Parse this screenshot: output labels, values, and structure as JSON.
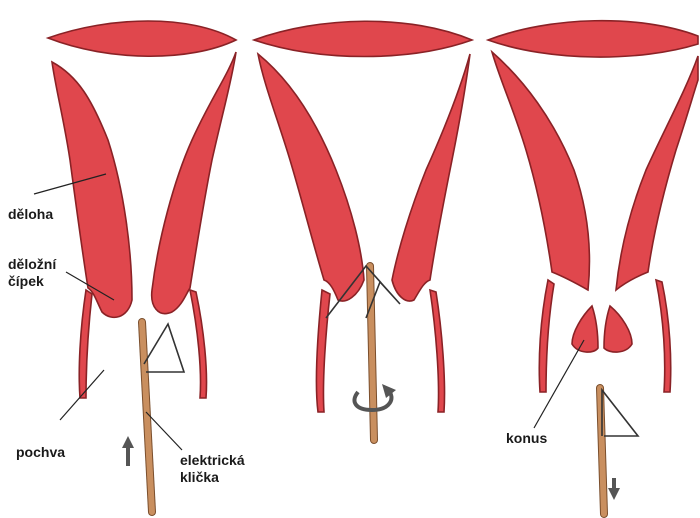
{
  "labels": {
    "deloha": "děloha",
    "cipek_line1": "děložní",
    "cipek_line2": "čípek",
    "pochva": "pochva",
    "klicka_line1": "elektrická",
    "klicka_line2": "klička",
    "konus": "konus"
  },
  "colors": {
    "tissue": "#e0474d",
    "tissue_edge": "#8a2226",
    "wire": "#c98f5f",
    "arrow": "#555555"
  }
}
